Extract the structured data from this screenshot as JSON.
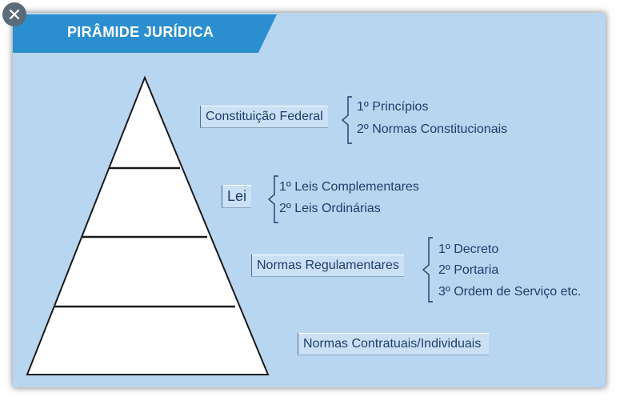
{
  "title": "PIRÂMIDE JURÍDICA",
  "close_icon": "close-icon",
  "colors": {
    "background": "#b9d6f1",
    "banner": "#2b8fcf",
    "text": "#1f3d6a"
  },
  "levels": [
    {
      "label": "Constituição Federal",
      "items": [
        "1º Princípios",
        "2º Normas Constitucionais"
      ]
    },
    {
      "label": "Lei",
      "items": [
        "1º Leis Complementares",
        "2º Leis Ordinárias"
      ]
    },
    {
      "label": "Normas Regulamentares",
      "items": [
        "1º Decreto",
        "2º Portaria",
        "3º Ordem de Serviço etc."
      ]
    },
    {
      "label": "Normas Contratuais/Individuais",
      "items": []
    }
  ]
}
